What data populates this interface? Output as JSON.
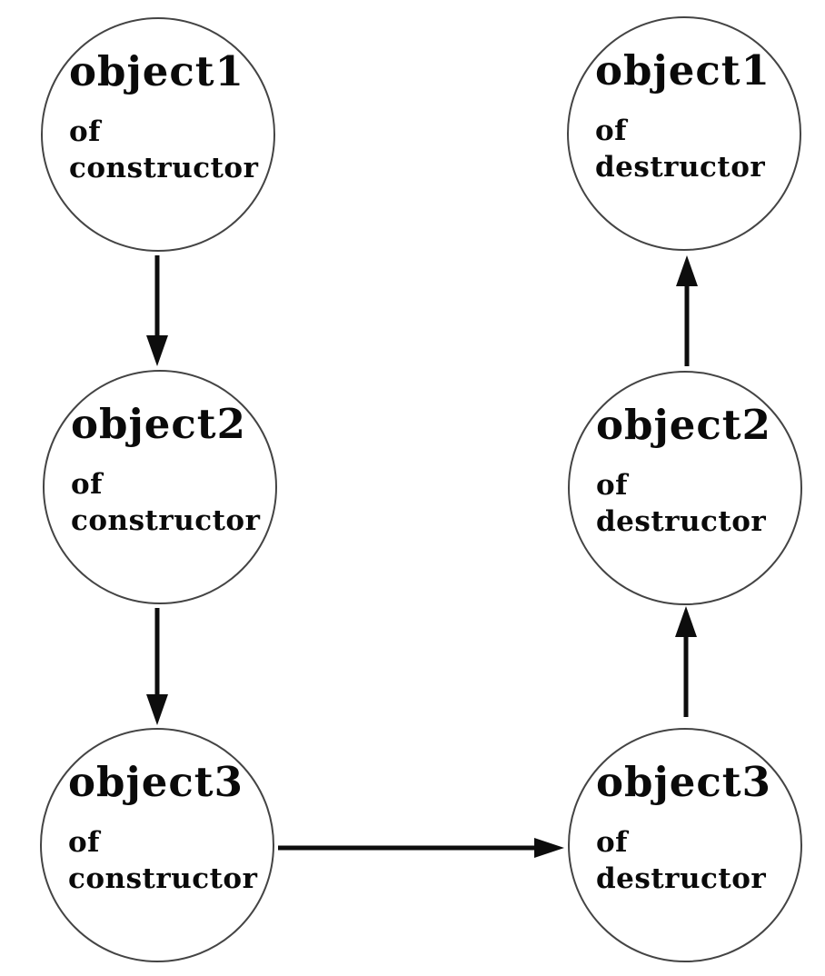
{
  "diagram": {
    "type": "flow",
    "background_color": "#ffffff",
    "node_fill": "#ffffff",
    "node_stroke": "#444444",
    "text_color": "#0a0a0a",
    "arrow_color": "#0d0d0d",
    "nodes": [
      {
        "id": "constructor-object1",
        "title": "object1",
        "sub_line1": "of",
        "sub_line2": "constructor"
      },
      {
        "id": "constructor-object2",
        "title": "object2",
        "sub_line1": "of",
        "sub_line2": "constructor"
      },
      {
        "id": "constructor-object3",
        "title": "object3",
        "sub_line1": "of",
        "sub_line2": "constructor"
      },
      {
        "id": "destructor-object1",
        "title": "object1",
        "sub_line1": "of",
        "sub_line2": "destructor"
      },
      {
        "id": "destructor-object2",
        "title": "object2",
        "sub_line1": "of",
        "sub_line2": "destructor"
      },
      {
        "id": "destructor-object3",
        "title": "object3",
        "sub_line1": "of",
        "sub_line2": "destructor"
      }
    ],
    "edges": [
      {
        "from": "constructor-object1",
        "to": "constructor-object2",
        "direction": "down"
      },
      {
        "from": "constructor-object2",
        "to": "constructor-object3",
        "direction": "down"
      },
      {
        "from": "constructor-object3",
        "to": "destructor-object3",
        "direction": "right"
      },
      {
        "from": "destructor-object3",
        "to": "destructor-object2",
        "direction": "up"
      },
      {
        "from": "destructor-object2",
        "to": "destructor-object1",
        "direction": "up"
      }
    ]
  }
}
